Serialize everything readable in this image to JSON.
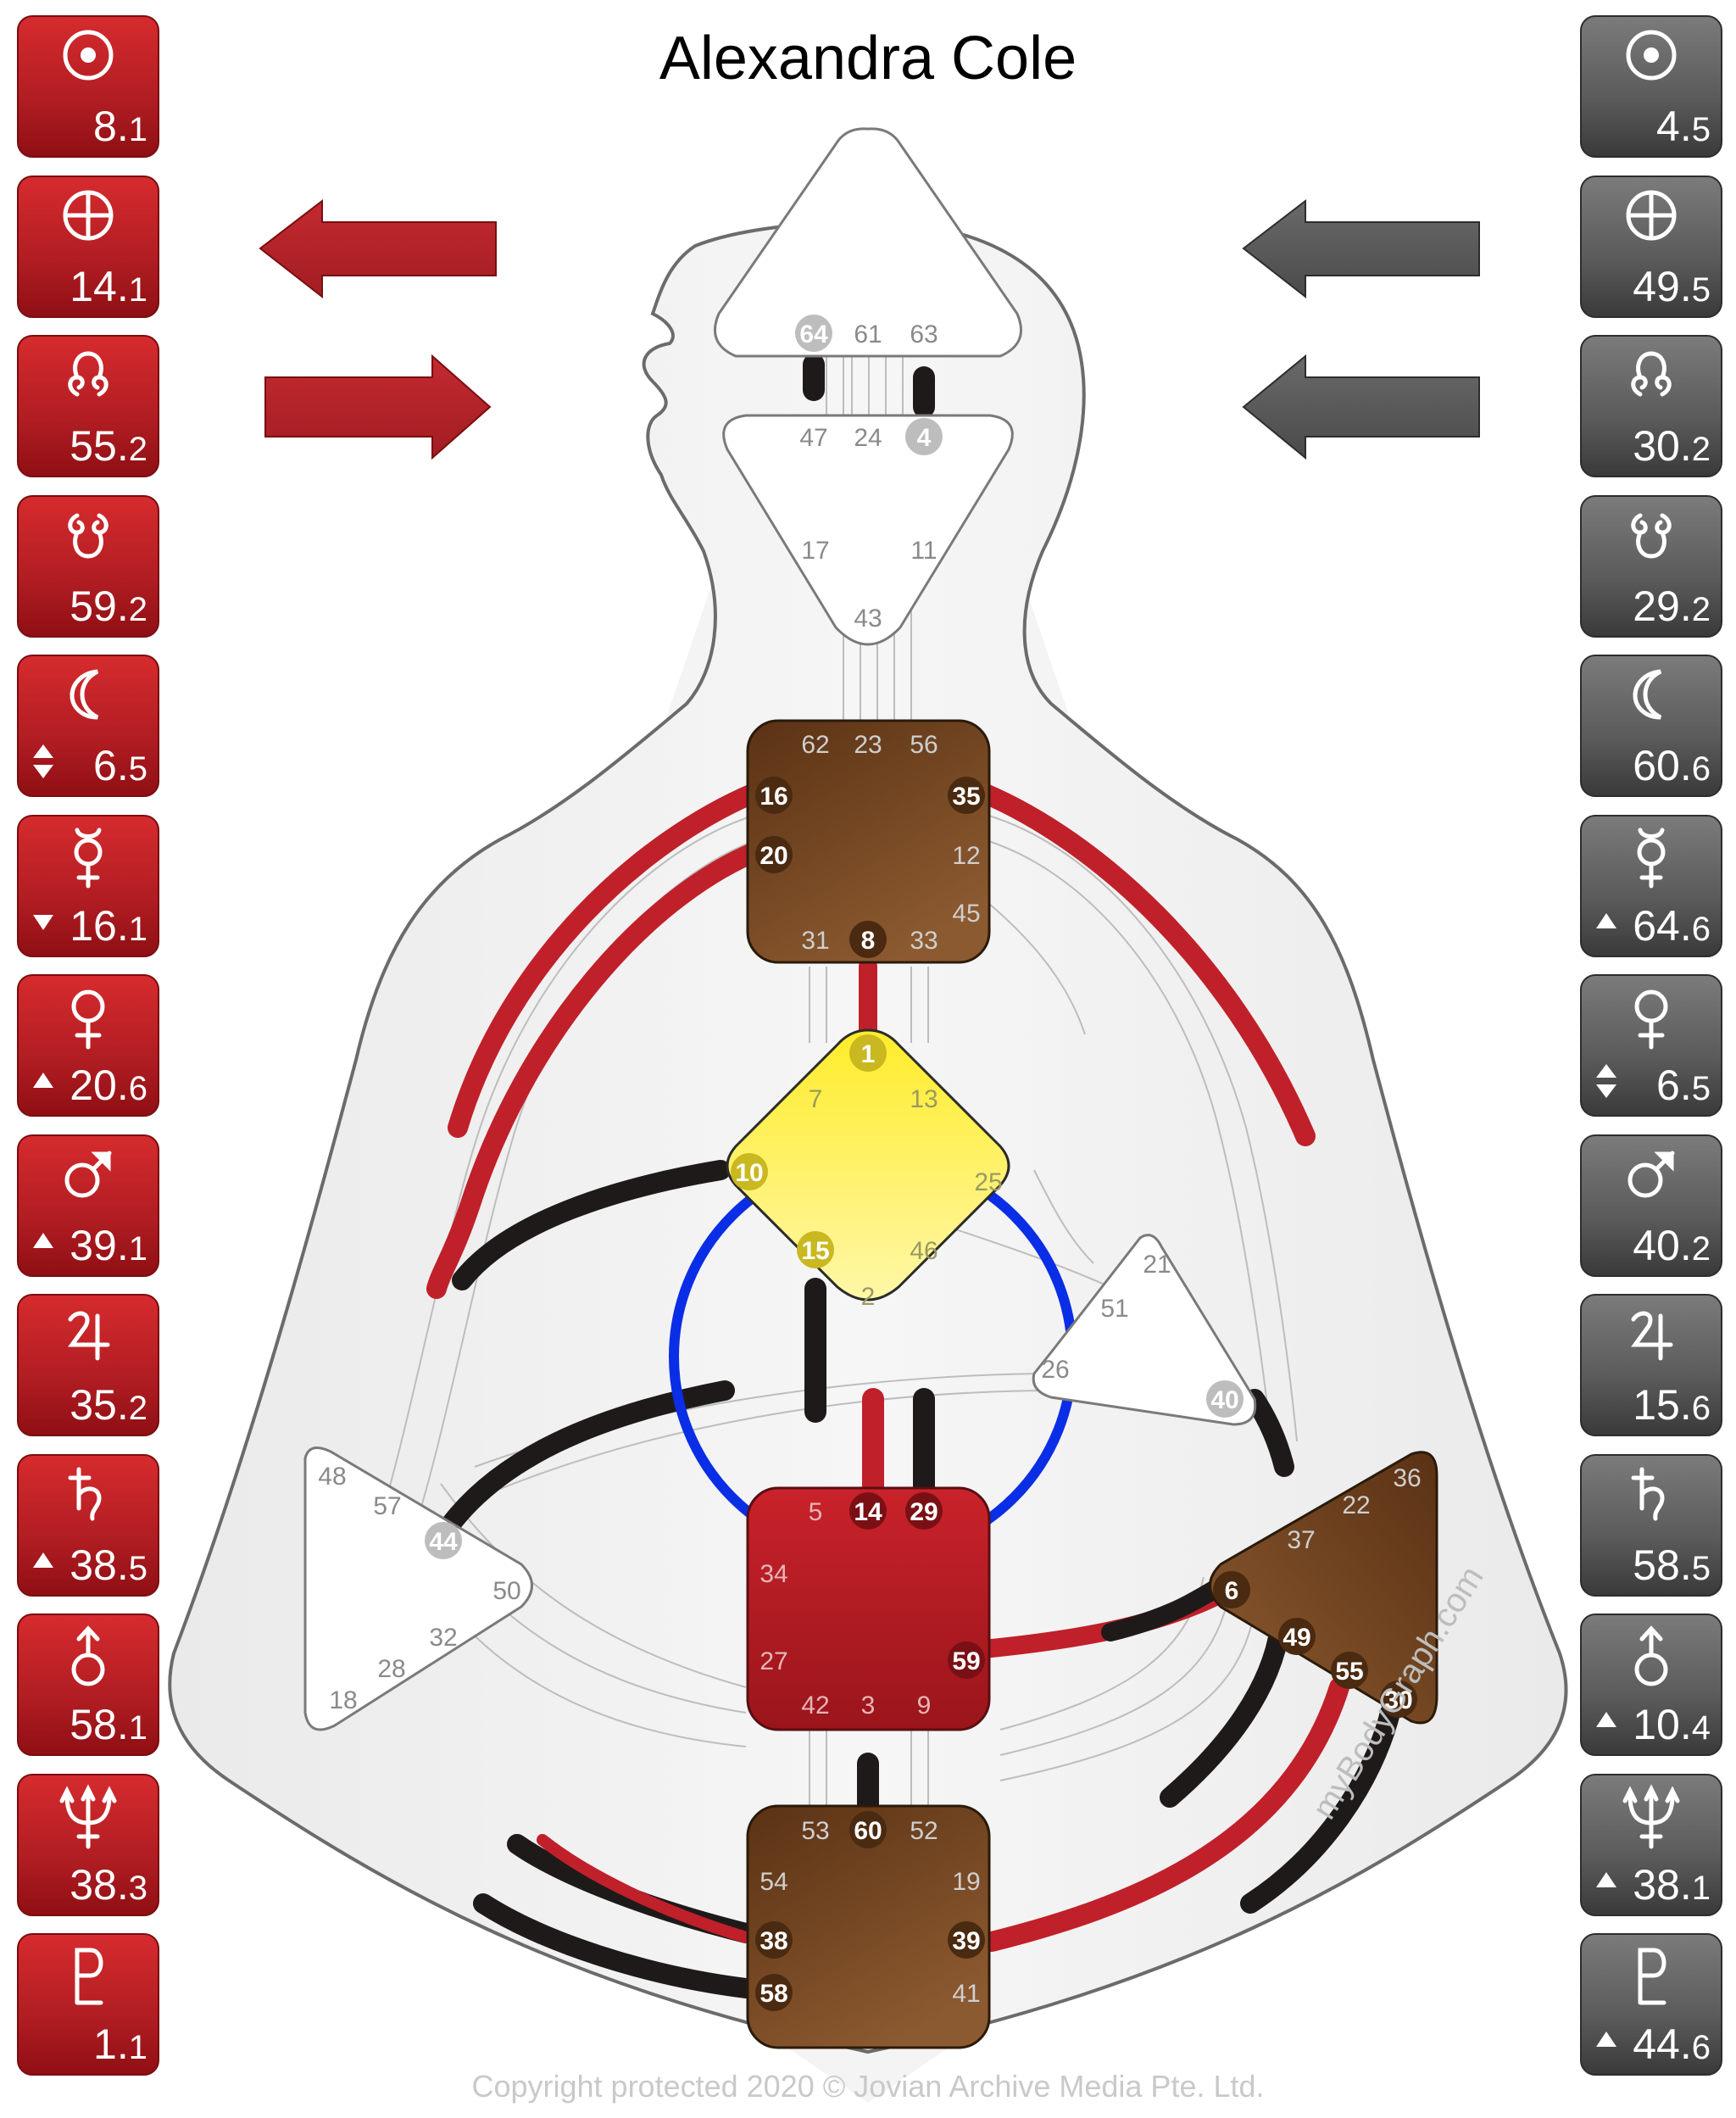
{
  "title": "Alexandra Cole",
  "copyright": "Copyright protected 2020 © Jovian Archive Media Pte. Ltd.",
  "brand": "myBodyGraph.com",
  "colors": {
    "design_red": "#c0202a",
    "personality_black": "#1f1a1a",
    "g_center_yellow": "#fff04a",
    "brown_center": "#6b3f1c",
    "sacral_red": "#b41d24",
    "highlight_circle": "#0a2ee6",
    "undefined_center": "#ffffff"
  },
  "design_column": [
    {
      "planet": "Sun",
      "icon": "sun-icon",
      "value": "8",
      "line": "1",
      "arrow": ""
    },
    {
      "planet": "Earth",
      "icon": "earth-icon",
      "value": "14",
      "line": "1",
      "arrow": ""
    },
    {
      "planet": "North Node",
      "icon": "north-node-icon",
      "value": "55",
      "line": "2",
      "arrow": ""
    },
    {
      "planet": "South Node",
      "icon": "south-node-icon",
      "value": "59",
      "line": "2",
      "arrow": ""
    },
    {
      "planet": "Moon",
      "icon": "moon-icon",
      "value": "6",
      "line": "5",
      "arrow": "both"
    },
    {
      "planet": "Mercury",
      "icon": "mercury-icon",
      "value": "16",
      "line": "1",
      "arrow": "down"
    },
    {
      "planet": "Venus",
      "icon": "venus-icon",
      "value": "20",
      "line": "6",
      "arrow": "up"
    },
    {
      "planet": "Mars",
      "icon": "mars-icon",
      "value": "39",
      "line": "1",
      "arrow": "up"
    },
    {
      "planet": "Jupiter",
      "icon": "jupiter-icon",
      "value": "35",
      "line": "2",
      "arrow": ""
    },
    {
      "planet": "Saturn",
      "icon": "saturn-icon",
      "value": "38",
      "line": "5",
      "arrow": "up"
    },
    {
      "planet": "Uranus",
      "icon": "uranus-icon",
      "value": "58",
      "line": "1",
      "arrow": ""
    },
    {
      "planet": "Neptune",
      "icon": "neptune-icon",
      "value": "38",
      "line": "3",
      "arrow": ""
    },
    {
      "planet": "Pluto",
      "icon": "pluto-icon",
      "value": "1",
      "line": "1",
      "arrow": ""
    }
  ],
  "personality_column": [
    {
      "planet": "Sun",
      "icon": "sun-icon",
      "value": "4",
      "line": "5",
      "arrow": ""
    },
    {
      "planet": "Earth",
      "icon": "earth-icon",
      "value": "49",
      "line": "5",
      "arrow": ""
    },
    {
      "planet": "North Node",
      "icon": "north-node-icon",
      "value": "30",
      "line": "2",
      "arrow": ""
    },
    {
      "planet": "South Node",
      "icon": "south-node-icon",
      "value": "29",
      "line": "2",
      "arrow": ""
    },
    {
      "planet": "Moon",
      "icon": "moon-icon",
      "value": "60",
      "line": "6",
      "arrow": ""
    },
    {
      "planet": "Mercury",
      "icon": "mercury-icon",
      "value": "64",
      "line": "6",
      "arrow": "up"
    },
    {
      "planet": "Venus",
      "icon": "venus-icon",
      "value": "6",
      "line": "5",
      "arrow": "both"
    },
    {
      "planet": "Mars",
      "icon": "mars-icon",
      "value": "40",
      "line": "2",
      "arrow": ""
    },
    {
      "planet": "Jupiter",
      "icon": "jupiter-icon",
      "value": "15",
      "line": "6",
      "arrow": ""
    },
    {
      "planet": "Saturn",
      "icon": "saturn-icon",
      "value": "58",
      "line": "5",
      "arrow": ""
    },
    {
      "planet": "Uranus",
      "icon": "uranus-icon",
      "value": "10",
      "line": "4",
      "arrow": "up"
    },
    {
      "planet": "Neptune",
      "icon": "neptune-icon",
      "value": "38",
      "line": "1",
      "arrow": "up"
    },
    {
      "planet": "Pluto",
      "icon": "pluto-icon",
      "value": "44",
      "line": "6",
      "arrow": "up"
    }
  ],
  "variable_arrows": {
    "design": [
      "left",
      "right"
    ],
    "personality": [
      "left",
      "left"
    ]
  },
  "centers": {
    "head": {
      "state": "undefined",
      "gates": [
        "64",
        "61",
        "63"
      ],
      "active": [
        "64"
      ]
    },
    "ajna": {
      "state": "undefined",
      "gates": [
        "47",
        "24",
        "4",
        "17",
        "11",
        "43"
      ],
      "active": [
        "4"
      ]
    },
    "throat": {
      "state": "defined",
      "gates": [
        "62",
        "23",
        "56",
        "16",
        "35",
        "20",
        "12",
        "45",
        "31",
        "8",
        "33"
      ],
      "active": [
        "16",
        "35",
        "20",
        "8"
      ]
    },
    "g": {
      "state": "defined",
      "gates": [
        "1",
        "7",
        "13",
        "10",
        "25",
        "15",
        "46",
        "2"
      ],
      "active": [
        "1",
        "10",
        "15"
      ]
    },
    "ego": {
      "state": "undefined",
      "gates": [
        "21",
        "51",
        "26",
        "40"
      ],
      "active": [
        "40"
      ]
    },
    "spleen": {
      "state": "undefined",
      "gates": [
        "48",
        "57",
        "44",
        "50",
        "32",
        "28",
        "18"
      ],
      "active": [
        "44"
      ]
    },
    "sacral": {
      "state": "defined",
      "gates": [
        "5",
        "14",
        "29",
        "34",
        "27",
        "59",
        "42",
        "3",
        "9"
      ],
      "active": [
        "14",
        "29",
        "59"
      ]
    },
    "solar_plexus": {
      "state": "defined",
      "gates": [
        "36",
        "22",
        "37",
        "6",
        "49",
        "55",
        "30"
      ],
      "active": [
        "6",
        "49",
        "55",
        "30"
      ]
    },
    "root": {
      "state": "defined",
      "gates": [
        "53",
        "60",
        "52",
        "54",
        "19",
        "38",
        "39",
        "58",
        "41"
      ],
      "active": [
        "60",
        "38",
        "39",
        "58"
      ]
    }
  }
}
